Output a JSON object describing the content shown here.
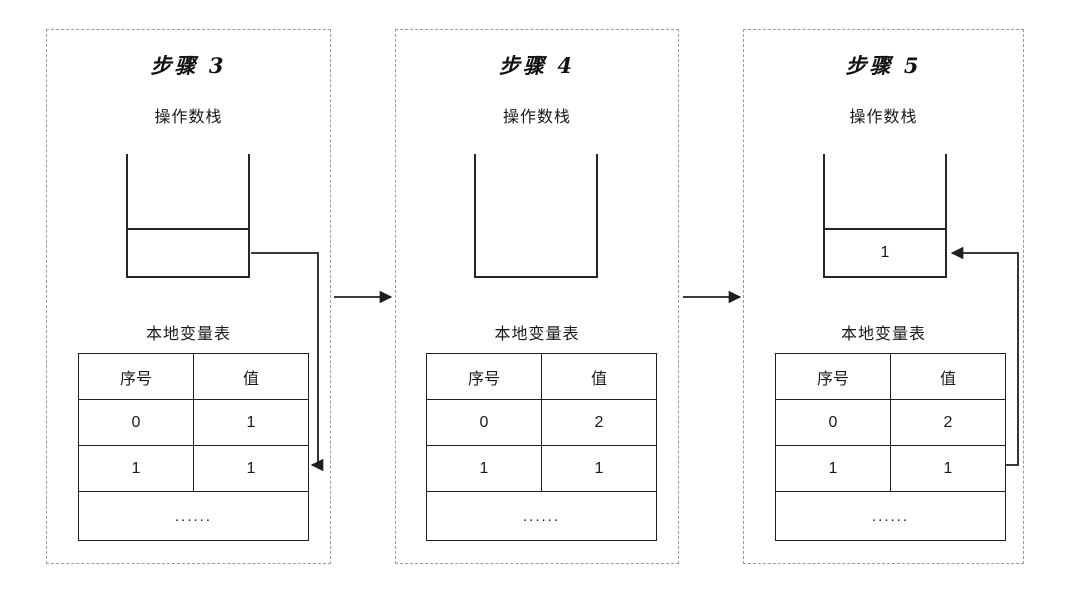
{
  "diagram": {
    "title_font_note": "handwritten-brush-style",
    "panels": [
      {
        "step_title": "步骤 3",
        "stack_label": "操作数栈",
        "stack_cells": [
          ""
        ],
        "table_label": "本地变量表",
        "table_headers": [
          "序号",
          "值"
        ],
        "table_rows": [
          [
            "0",
            "1"
          ],
          [
            "1",
            "1"
          ]
        ],
        "table_ellipsis": "......",
        "connector": {
          "from": "operand-stack-top-cell",
          "to": "local-variable-table-row-1",
          "direction": "stack-to-table"
        }
      },
      {
        "step_title": "步骤 4",
        "stack_label": "操作数栈",
        "stack_cells": [],
        "table_label": "本地变量表",
        "table_headers": [
          "序号",
          "值"
        ],
        "table_rows": [
          [
            "0",
            "2"
          ],
          [
            "1",
            "1"
          ]
        ],
        "table_ellipsis": "......",
        "connector": null
      },
      {
        "step_title": "步骤 5",
        "stack_label": "操作数栈",
        "stack_cells": [
          "1"
        ],
        "table_label": "本地变量表",
        "table_headers": [
          "序号",
          "值"
        ],
        "table_rows": [
          [
            "0",
            "2"
          ],
          [
            "1",
            "1"
          ]
        ],
        "table_ellipsis": "......",
        "connector": {
          "from": "local-variable-table-row-1",
          "to": "operand-stack-top-cell",
          "direction": "table-to-stack"
        }
      }
    ],
    "flow_arrows": [
      {
        "from_panel": 1,
        "to_panel": 2
      },
      {
        "from_panel": 2,
        "to_panel": 3
      }
    ],
    "colors": {
      "panel_border": "#9a9a9a",
      "line": "#1f1f1f",
      "text": "#1a1a1a",
      "background": "#ffffff"
    }
  }
}
